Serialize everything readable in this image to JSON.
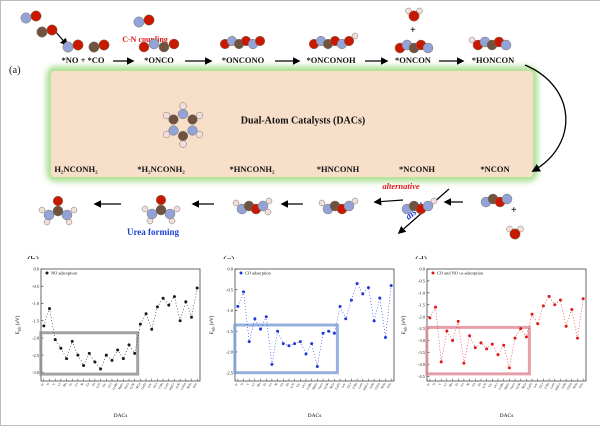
{
  "mechanism": {
    "panel_label": "(a)",
    "top_species": [
      "*NO + *CO",
      "*ONCO",
      "*ONCONO",
      "*ONCONOH",
      "*ONCON",
      "*HONCON"
    ],
    "bottom_species": [
      "H₂NCONH₂",
      "*H₂NCONH₂",
      "*HNCONH₂",
      "*HNCONH",
      "*NCONH",
      "*NCON"
    ],
    "annotations": {
      "cn_coupling": "C-N coupling",
      "dac_box": "Dual-Atom Catalysts (DACs)",
      "alternative": "alternative",
      "distal": "distal",
      "urea_forming": "Urea forming",
      "plus_top": "+",
      "plus_bottom": "+"
    },
    "colors": {
      "red_label": "#e01818",
      "blue_label": "#1c3fd4",
      "box_fill": "#f7dfca",
      "box_glow": "#a8e08c",
      "O": "#c81800",
      "N": "#93a3d8",
      "C": "#6f5340",
      "H": "#f2dede"
    }
  },
  "dacs": [
    "Sc",
    "Ti",
    "V",
    "Cr",
    "Mn",
    "Fe",
    "Co",
    "Ni",
    "Cu",
    "Zn",
    "ScTi",
    "TiV",
    "VCr",
    "CrMn",
    "MnFe",
    "FeCo",
    "CoNi",
    "NiCu",
    "CuZn",
    "ScV",
    "TiCr",
    "VMn",
    "CrFe",
    "MnCo",
    "FeNi",
    "CoCu",
    "NiZn",
    "TiFe"
  ],
  "chart_data": [
    {
      "type": "scatter",
      "panel": "(b)",
      "legend": "NO adsorption",
      "color": "#1a1a1a",
      "xlabel": "DACs",
      "ylabel": {
        "pre": "E",
        "sub": "ads",
        "post": " (eV)"
      },
      "ylim": [
        0,
        -3.25
      ],
      "yticks": [
        0,
        -0.5,
        -1.0,
        -1.5,
        -2.0,
        -2.5,
        -3.0
      ],
      "values": [
        -1.65,
        -1.15,
        -2.05,
        -2.3,
        -2.6,
        -2.1,
        -2.5,
        -2.8,
        -2.45,
        -2.7,
        -2.9,
        -2.5,
        -2.65,
        -2.35,
        -2.6,
        -2.2,
        -2.45,
        -1.6,
        -1.3,
        -1.75,
        -1.1,
        -0.85,
        -1.05,
        -0.8,
        -1.5,
        -0.95,
        -1.4,
        -0.55
      ],
      "box": {
        "i0": 0,
        "i1": 16,
        "y0": -1.85,
        "y1": -3.05,
        "color": "#8c8c8c"
      }
    },
    {
      "type": "scatter",
      "panel": "(c)",
      "legend": "CO adsorption",
      "color": "#2038d8",
      "xlabel": "DACs",
      "ylabel": {
        "pre": "E",
        "sub": "ads",
        "post": " (eV)"
      },
      "ylim": [
        0,
        -2.7
      ],
      "yticks": [
        0,
        -0.5,
        -1.0,
        -1.5,
        -2.0,
        -2.5
      ],
      "values": [
        -0.9,
        -0.55,
        -1.75,
        -1.2,
        -1.45,
        -1.15,
        -2.3,
        -1.5,
        -1.8,
        -1.85,
        -1.8,
        -1.75,
        -2.05,
        -1.8,
        -2.35,
        -1.55,
        -1.5,
        -1.55,
        -0.9,
        -1.2,
        -0.75,
        -0.35,
        -0.6,
        -0.45,
        -1.25,
        -0.7,
        -1.65,
        -0.4
      ],
      "box": {
        "i0": 0,
        "i1": 17,
        "y0": -1.35,
        "y1": -2.5,
        "color": "#7d9cd4"
      }
    },
    {
      "type": "scatter",
      "panel": "(d)",
      "legend": "CO and NO co-adsorption",
      "color": "#e01818",
      "xlabel": "DACs",
      "ylabel": {
        "pre": "E",
        "sub": "ads",
        "post": " (eV)"
      },
      "ylim": [
        0,
        -4.7
      ],
      "yticks": [
        0,
        -0.5,
        -1.0,
        -1.5,
        -2.0,
        -2.5,
        -3.0,
        -3.5,
        -4.0,
        -4.5
      ],
      "values": [
        -2.05,
        -1.6,
        -3.9,
        -2.6,
        -3.0,
        -2.2,
        -3.95,
        -2.8,
        -3.3,
        -3.1,
        -3.35,
        -3.15,
        -3.6,
        -3.2,
        -4.15,
        -2.9,
        -2.5,
        -2.85,
        -1.9,
        -2.3,
        -1.55,
        -1.15,
        -1.5,
        -1.3,
        -2.4,
        -1.7,
        -2.9,
        -1.25
      ],
      "box": {
        "i0": 0,
        "i1": 17,
        "y0": -2.45,
        "y1": -4.4,
        "color": "#e08794"
      }
    }
  ]
}
